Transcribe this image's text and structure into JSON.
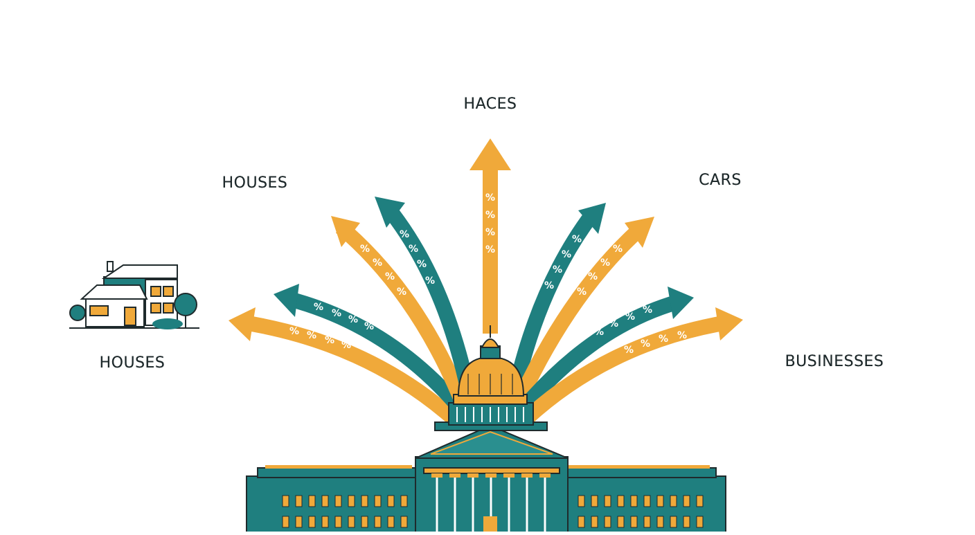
{
  "colors": {
    "teal": "#1f7f7f",
    "light_teal": "#7fb2be",
    "orange": "#f0a93a",
    "outline": "#1f2a2c",
    "ground": "#2a8585"
  },
  "percent_glyph": "%",
  "labels": {
    "houses_left": "HOUSES",
    "houses_upper": "HOUSES",
    "haces": "HACES",
    "cars": "CARS",
    "businesses": "BUSINESSES"
  },
  "icons": {
    "capitol": "capitol-building-icon",
    "houses_left": "houses-icon",
    "houses_upper": "neighborhood-icon",
    "haces": "house-with-trees-icon",
    "cars": "cars-icon",
    "businesses": "businesses-icon"
  }
}
